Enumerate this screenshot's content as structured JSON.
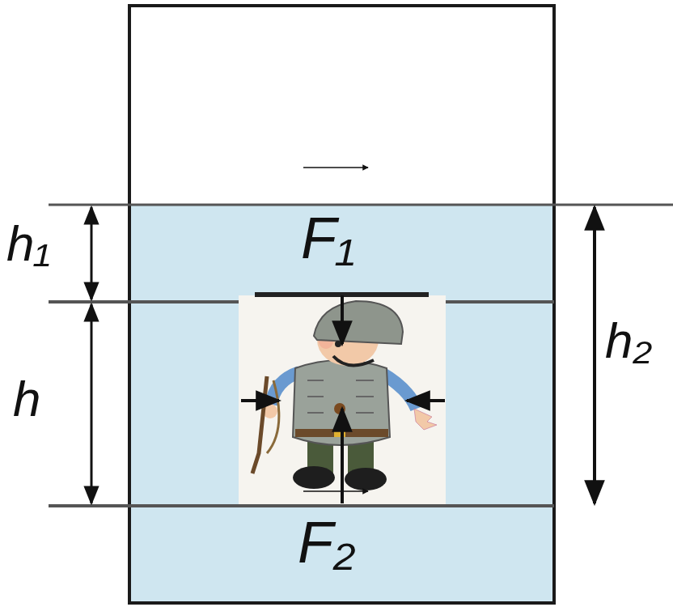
{
  "diagram": {
    "labels": [
      "F₁",
      "h₁",
      "h₂",
      "h",
      "F₂"
    ]
  }
}
